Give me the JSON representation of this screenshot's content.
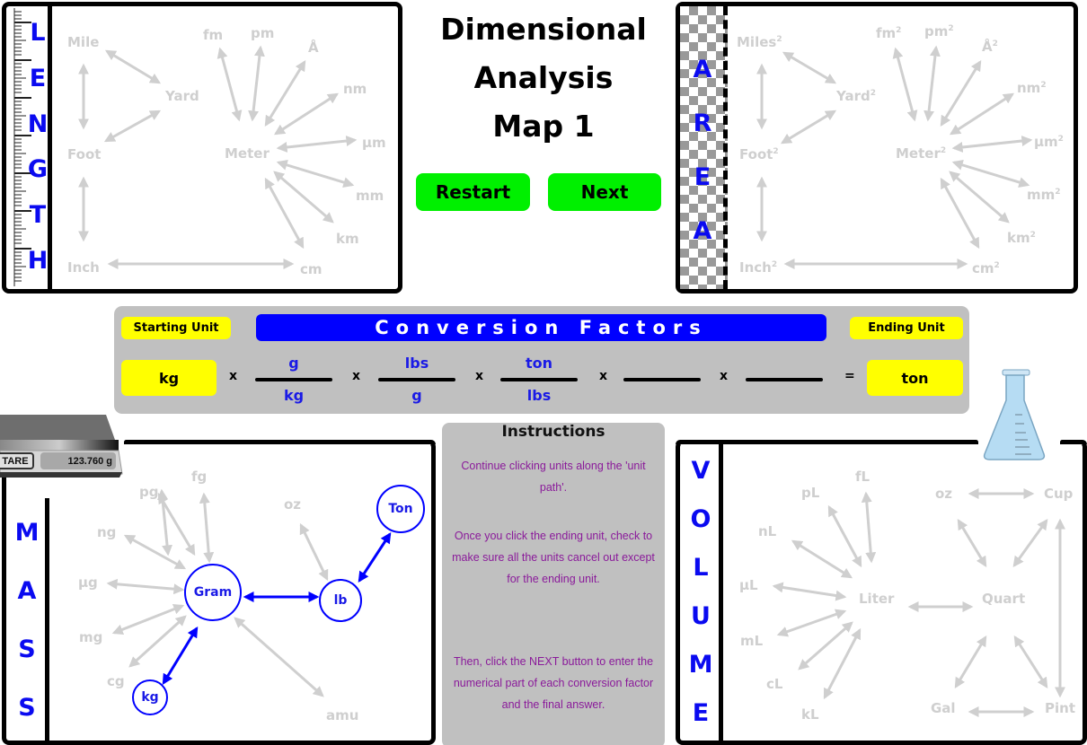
{
  "header": {
    "title_lines": [
      "Dimensional",
      "Analysis",
      "Map 1"
    ],
    "restart_label": "Restart",
    "next_label": "Next"
  },
  "colors": {
    "accent_blue": "#0000ff",
    "button_green": "#00f000",
    "highlight_yellow": "#ffff00",
    "inactive_gray": "#cfcfcf",
    "instruction_purple": "#8a1a9a",
    "panel_gray": "#c0c0c0"
  },
  "length": {
    "label_letters": [
      "L",
      "E",
      "N",
      "G",
      "T",
      "H"
    ],
    "units": {
      "mile": "Mile",
      "yard": "Yard",
      "foot": "Foot",
      "inch": "Inch",
      "meter": "Meter",
      "fm": "fm",
      "pm": "pm",
      "angstrom": "Å",
      "nm": "nm",
      "um": "µm",
      "mm": "mm",
      "km": "km",
      "cm": "cm"
    }
  },
  "area": {
    "label_letters": [
      "A",
      "R",
      "E",
      "A"
    ],
    "units": {
      "mile": "Miles",
      "yard": "Yard",
      "foot": "Foot",
      "inch": "Inch",
      "meter": "Meter",
      "fm": "fm",
      "pm": "pm",
      "angstrom": "Å",
      "nm": "nm",
      "um": "µm",
      "mm": "mm",
      "km": "km",
      "cm": "cm"
    },
    "exponent": "2"
  },
  "conversion": {
    "starting_unit_label": "Starting Unit",
    "ending_unit_label": "Ending Unit",
    "banner": "Conversion Factors",
    "starting_unit": "kg",
    "ending_unit": "ton",
    "times": "x",
    "equals": "=",
    "factors": [
      {
        "numerator": "g",
        "denominator": "kg"
      },
      {
        "numerator": "lbs",
        "denominator": "g"
      },
      {
        "numerator": "ton",
        "denominator": "lbs"
      },
      {
        "numerator": "",
        "denominator": ""
      },
      {
        "numerator": "",
        "denominator": ""
      }
    ]
  },
  "mass": {
    "label_letters": [
      "M",
      "A",
      "S",
      "S"
    ],
    "scale": {
      "tare_label": "TARE",
      "reading": "123.760 g"
    },
    "units": {
      "fg": "fg",
      "pg": "pg",
      "ng": "ng",
      "ug": "µg",
      "mg": "mg",
      "cg": "cg",
      "gram": "Gram",
      "kg": "kg",
      "oz": "oz",
      "lb": "lb",
      "ton": "Ton",
      "amu": "amu"
    }
  },
  "instructions": {
    "title": "Instructions",
    "paragraphs": [
      "Continue clicking units along the 'unit path'.",
      "Once you click the ending unit, check to make sure all the units cancel out except for the ending unit.",
      "Then, click the NEXT button to enter the numerical part of each conversion factor and the final answer."
    ]
  },
  "volume": {
    "label_letters": [
      "V",
      "O",
      "L",
      "U",
      "M",
      "E"
    ],
    "units": {
      "fL": "fL",
      "pL": "pL",
      "nL": "nL",
      "uL": "µL",
      "mL": "mL",
      "cL": "cL",
      "kL": "kL",
      "liter": "Liter",
      "quart": "Quart",
      "oz": "oz",
      "cup": "Cup",
      "gal": "Gal",
      "pint": "Pint"
    }
  }
}
